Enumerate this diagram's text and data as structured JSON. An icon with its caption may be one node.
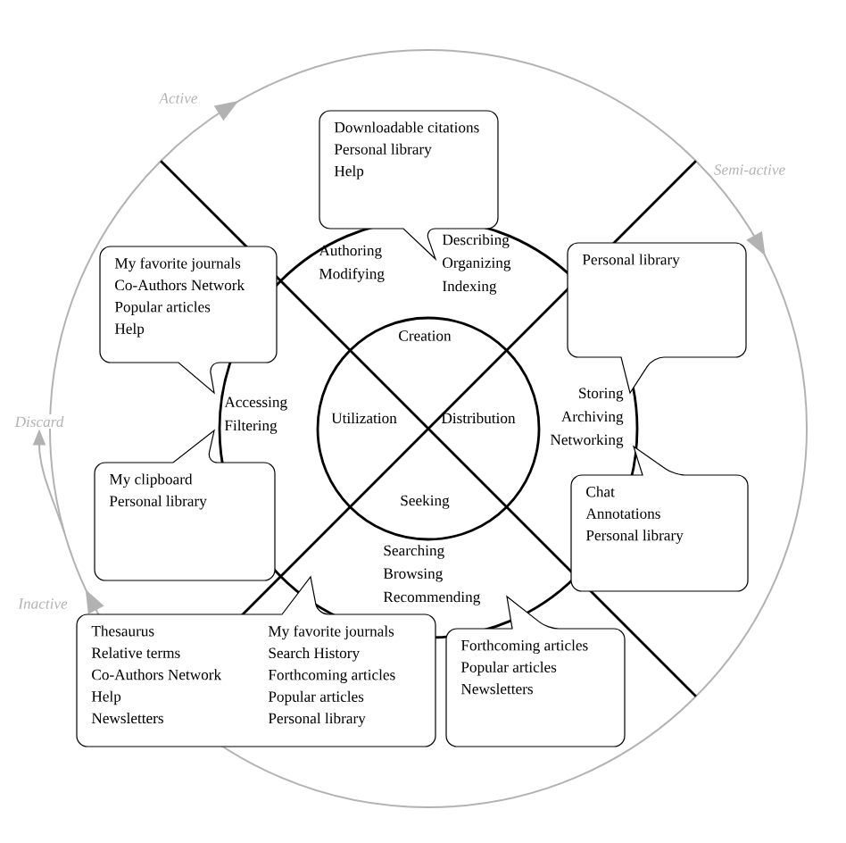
{
  "diagram": {
    "nodes": [
      {
        "text": [
          "Downloadable citations",
          "Personal library",
          "Help"
        ]
      },
      {
        "text": [
          "My favorite journals",
          "Co-Authors Network",
          "Popular articles",
          "Help"
        ]
      },
      {
        "text": [
          "Personal library"
        ]
      },
      {
        "text": [
          "My clipboard",
          "Personal library"
        ]
      },
      {
        "text": [
          "Chat",
          "Annotations",
          "Personal library"
        ]
      },
      {
        "text": [
          "Thesaurus",
          "Relative terms",
          "Co-Authors Network",
          "Help",
          "Newsletters",
          "My favorite journals",
          "Search History",
          "Forthcoming articles",
          "Popular articles",
          "Personal library"
        ]
      },
      {
        "text": [
          "Forthcoming articles",
          "Popular articles",
          "Newsletters"
        ]
      },
      {
        "text": [
          "Discard"
        ]
      }
    ],
    "edges": [
      {
        "from": null,
        "to": 7,
        "arrow": "to"
      }
    ],
    "labels": [
      "Active",
      "Semi-active",
      "Inactive",
      "Authoring",
      "Modifying",
      "Describing",
      "Organizing",
      "Indexing",
      "Accessing",
      "Filtering",
      "Creation",
      "Utilization",
      "Distribution",
      "Storing",
      "Archiving",
      "Networking",
      "Seeking",
      "Searching",
      "Browsing",
      "Recommending"
    ]
  }
}
